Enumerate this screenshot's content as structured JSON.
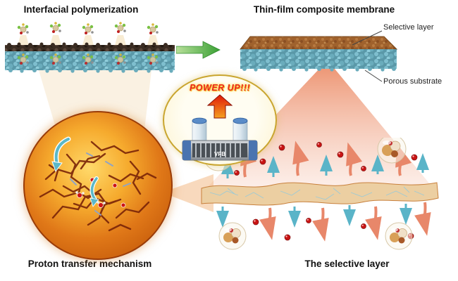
{
  "titles": {
    "top_left": "Interfacial polymerization",
    "top_right": "Thin-film composite membrane",
    "bottom_left": "Proton transfer mechanism",
    "bottom_right": "The selective layer"
  },
  "labels": {
    "selective_layer": "Selective layer",
    "porous_substrate": "Porous substrate",
    "power_up": "POWER UP!!!",
    "vfb": "VFB"
  },
  "colors": {
    "selective_layer_brown": "#a0622d",
    "porous_substrate_teal": "#6aacbc",
    "green_arrow": "#3aa035",
    "power_up_red": "#e8251c",
    "power_oval_border": "#c9a52f",
    "mechanism_orange": "#e07818",
    "proton_red": "#c81414",
    "flow_salmon": "#e8876a",
    "flow_teal": "#5ab4c8"
  }
}
